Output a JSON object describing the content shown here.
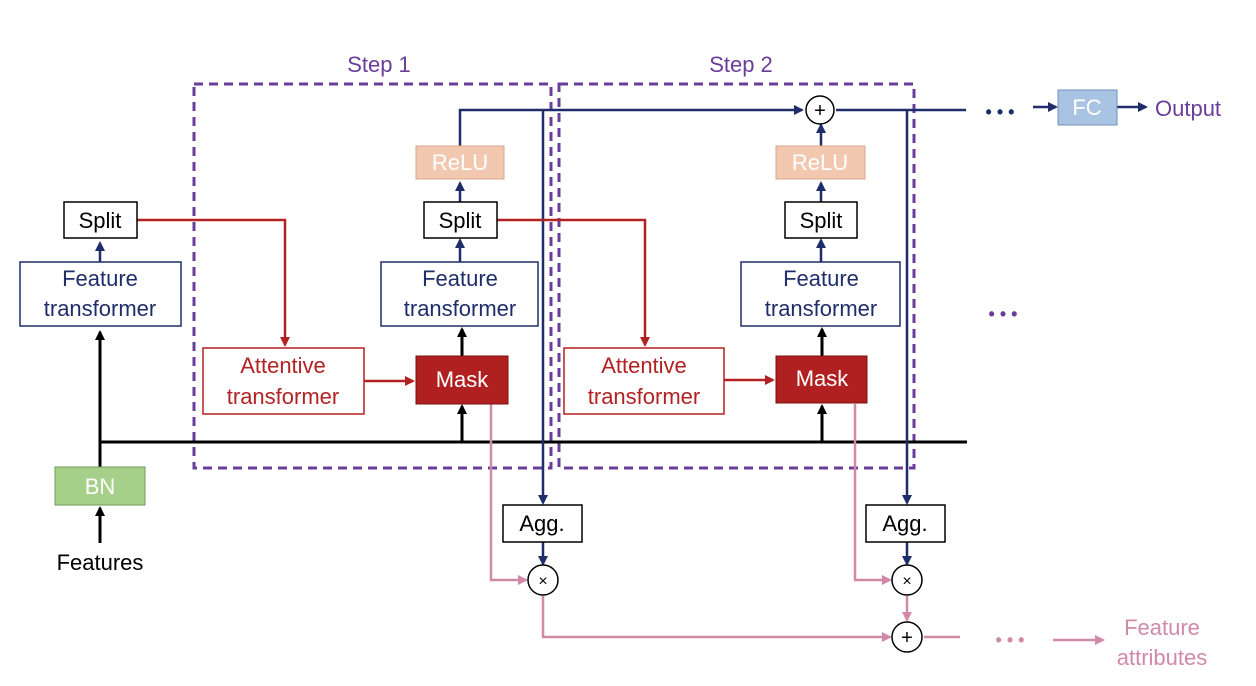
{
  "steps": {
    "step1": "Step 1",
    "step2": "Step 2"
  },
  "inputs": {
    "features": "Features",
    "bn": "BN"
  },
  "initial": {
    "feature_transformer": [
      "Feature",
      "transformer"
    ],
    "split": "Split"
  },
  "step_blocks": [
    {
      "attentive_transformer": [
        "Attentive",
        "transformer"
      ],
      "mask": "Mask",
      "feature_transformer": [
        "Feature",
        "transformer"
      ],
      "split": "Split",
      "relu": "ReLU",
      "agg": "Agg.",
      "multiply": "×"
    },
    {
      "attentive_transformer": [
        "Attentive",
        "transformer"
      ],
      "mask": "Mask",
      "feature_transformer": [
        "Feature",
        "transformer"
      ],
      "split": "Split",
      "relu": "ReLU",
      "agg": "Agg.",
      "multiply": "×"
    }
  ],
  "output": {
    "plus": "+",
    "fc": "FC",
    "label": "Output",
    "ellipsis": "• • •"
  },
  "attributes": {
    "plus": "+",
    "ellipsis": "• • •",
    "label": [
      "Feature",
      "attributes"
    ]
  },
  "middle_ellipsis": "• • •",
  "colors": {
    "navy": "#1f2d6b",
    "red": "#b22222",
    "pink": "#d08aa8",
    "purple": "#6a3d9a",
    "relu_fill": "#f2c9b0",
    "relu_text": "#ffffff",
    "fc_fill": "#a9c3e3",
    "bn_fill": "#a6cf8a",
    "mask_fill": "#b02020",
    "black": "#000000"
  }
}
